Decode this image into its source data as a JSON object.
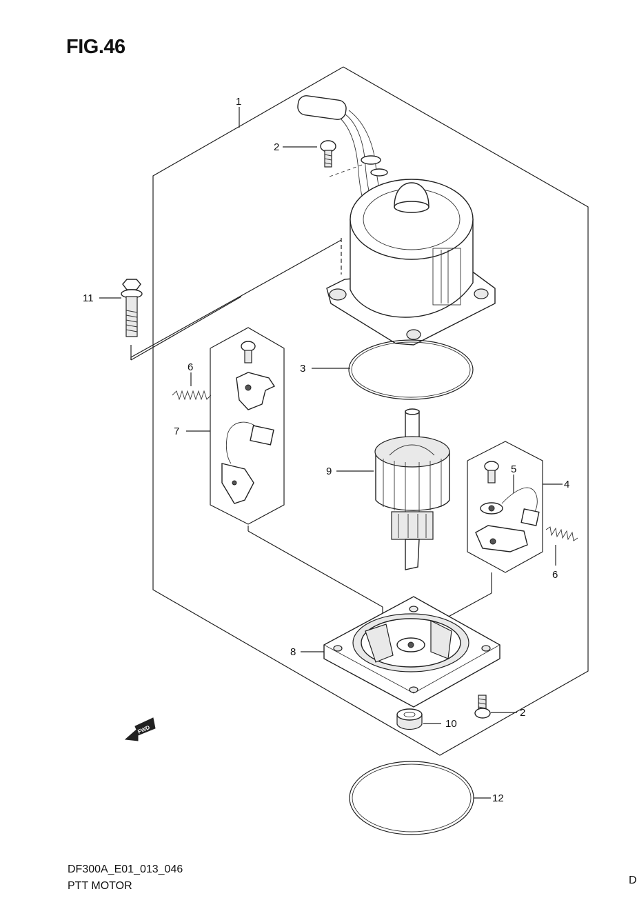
{
  "figure": {
    "title": "FIG.46",
    "code": "DF300A_E01_013_046",
    "name": "PTT MOTOR",
    "corner_mark": "D"
  },
  "callouts": {
    "c1": "1",
    "c2a": "2",
    "c2b": "2",
    "c3": "3",
    "c4": "4",
    "c5": "5",
    "c6a": "6",
    "c6b": "6",
    "c7": "7",
    "c8": "8",
    "c9": "9",
    "c10": "10",
    "c11": "11",
    "c12": "12"
  },
  "fwd_label": "FWD"
}
